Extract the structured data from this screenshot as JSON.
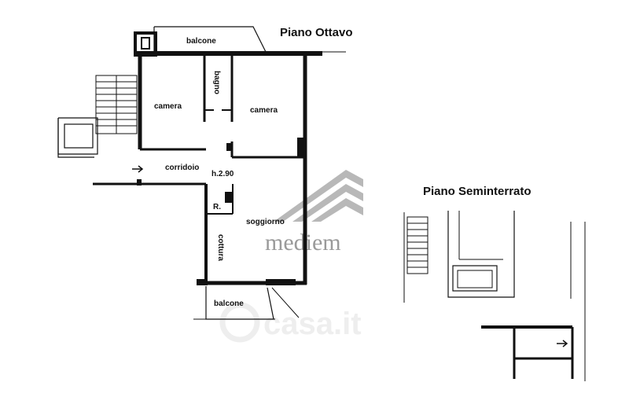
{
  "plan": {
    "eighth_floor": {
      "title": "Piano Ottavo",
      "rooms": {
        "balcony_top": "balcone",
        "bedroom_left": "camera",
        "bathroom": "bagno",
        "bedroom_right": "camera",
        "corridor": "corridoio",
        "ceiling_height": "h.2.90",
        "storage": "R.",
        "living_room": "soggiorno",
        "kitchen": "cottura",
        "balcony_bottom": "balcone"
      }
    },
    "basement": {
      "title": "Piano Seminterrato"
    }
  },
  "branding": {
    "agency_logo": "mediem",
    "watermark": "casa.it",
    "logo_color": "#9a9a9a"
  }
}
